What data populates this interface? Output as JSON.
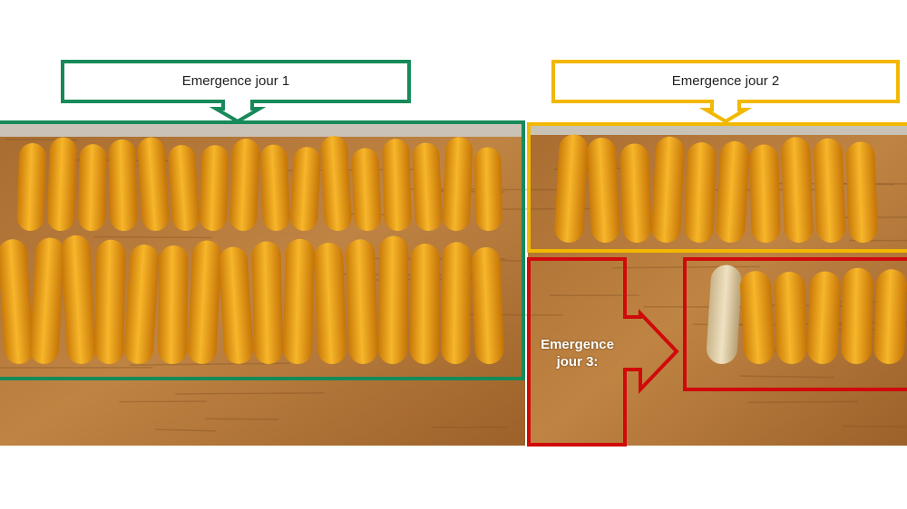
{
  "callouts": {
    "day1": "Emergence jour 1",
    "day2": "Emergence jour 2",
    "day3_line1": "Emergence",
    "day3_line2": "jour 3:"
  },
  "colors": {
    "day1": "#178a5a",
    "day2": "#f2b800",
    "day3": "#d00a0a",
    "wood": "#b5793a"
  },
  "cob_counts": {
    "day1_top_row": 16,
    "day1_bottom_row": 16,
    "day2": 10,
    "day3": 6
  },
  "cob_markings": "1"
}
